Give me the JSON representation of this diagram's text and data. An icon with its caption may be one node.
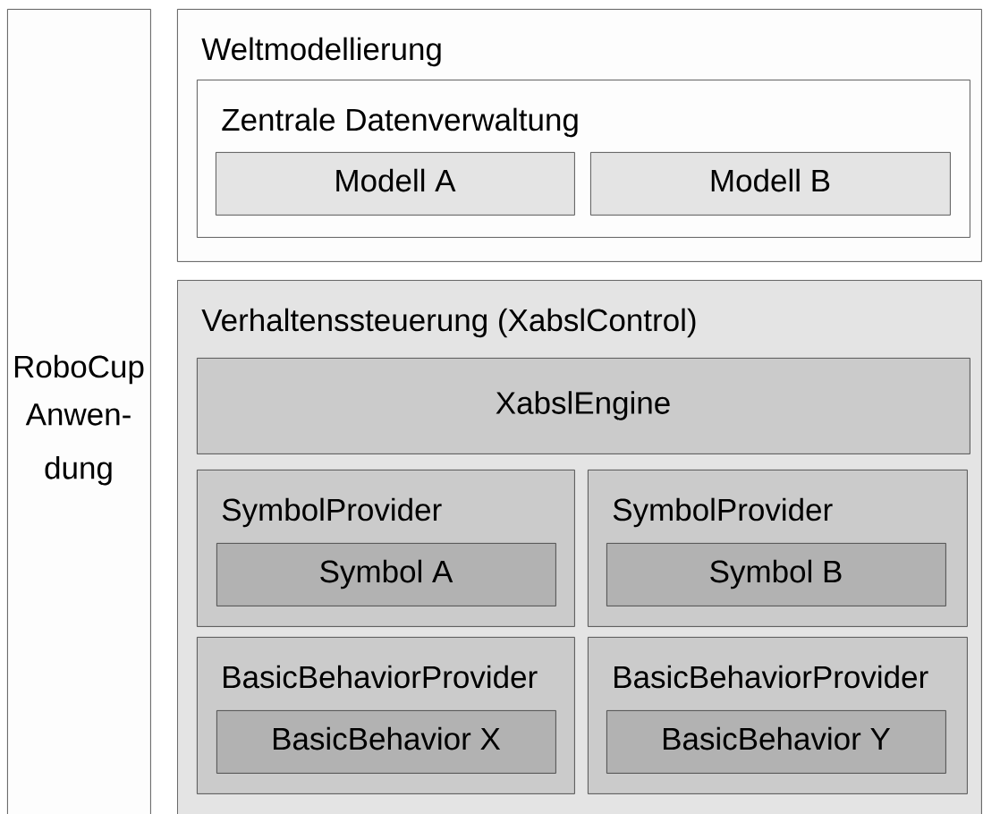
{
  "diagram": {
    "nodes": [
      {
        "text": [
          "RoboCup",
          "Anwen-dung"
        ]
      },
      {
        "text": [
          "Weltmodellierung"
        ]
      },
      {
        "text": [
          "Zentrale Datenverwaltung"
        ],
        "in": 1
      },
      {
        "text": [
          "Modell A"
        ],
        "in": 2
      },
      {
        "text": [
          "Modell B"
        ],
        "in": 2
      },
      {
        "text": [
          "Verhaltenssteuerung (XabslControl)"
        ]
      },
      {
        "text": [
          "XabslEngine"
        ],
        "in": 5
      },
      {
        "text": [
          "SymbolProvider"
        ],
        "in": 5
      },
      {
        "text": [
          "Symbol A"
        ],
        "in": 7
      },
      {
        "text": [
          "SymbolProvider"
        ],
        "in": 5
      },
      {
        "text": [
          "Symbol B"
        ],
        "in": 9
      },
      {
        "text": [
          "BasicBehaviorProvider"
        ],
        "in": 5
      },
      {
        "text": [
          "BasicBehavior X"
        ],
        "in": 11
      },
      {
        "text": [
          "BasicBehaviorProvider"
        ],
        "in": 5
      },
      {
        "text": [
          "BasicBehavior Y"
        ],
        "in": 13
      }
    ]
  }
}
